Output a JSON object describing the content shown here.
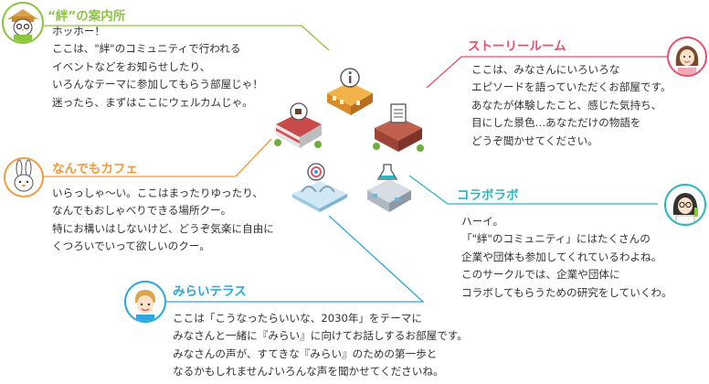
{
  "colors": {
    "green": "#8cc63f",
    "pink": "#e8506a",
    "orange": "#f39a3c",
    "teal": "#2bb5c0",
    "blue": "#2ba6e0"
  },
  "sections": {
    "guide": {
      "title": "“絆”の案内所",
      "lines": [
        "ホッホー！",
        "ここは、\"絆\"のコミュニティで行われる",
        "イベントなどをお知らせしたり、",
        "いろんなテーマに参加してもらう部屋じゃ！",
        "迷ったら、まずはここにウェルカムじゃ。"
      ]
    },
    "story": {
      "title": "ストーリールーム",
      "lines": [
        "ここは、みなさんにいろいろな",
        "エピソードを語っていただくお部屋です。",
        "あなたが体験したこと、感じた気持ち、",
        "目にした景色…あなただけの物語を",
        "どうぞ聞かせてください。"
      ]
    },
    "cafe": {
      "title": "なんでもカフェ",
      "lines": [
        "いらっしゃ〜い。ここはまったりゆったり、",
        "なんでもおしゃべりできる場所クー。",
        "特にお構いはしないけど、どうぞ気楽に自由に",
        "くつろいでいって欲しいのクー。"
      ]
    },
    "collab": {
      "title": "コラボラボ",
      "lines": [
        "ハーイ。",
        "「\"絆\"のコミュニティ」にはたくさんの",
        "企業や団体も参加してくれているわよね。",
        "このサークルでは、企業や団体に",
        "コラボしてもらうための研究をしていくわ。"
      ]
    },
    "terrace": {
      "title": "みらいテラス",
      "lines": [
        "ここは「こうなったらいいな、2030年」をテーマに",
        "みなさんと一緒に『みらい』に向けてお話しするお部屋です。",
        "みなさんの声が、すてきな『みらい』のための第一歩と",
        "なるかもしれません♪いろんな声を聞かせてくださいね。"
      ]
    }
  },
  "icons": {
    "guide_avatar": "owl-ranger-avatar-icon",
    "story_avatar": "woman-avatar-icon",
    "cafe_avatar": "rabbit-avatar-icon",
    "collab_avatar": "scientist-woman-avatar-icon",
    "terrace_avatar": "boy-avatar-icon",
    "info_building": "info-building-icon",
    "cafe_building": "cafe-building-icon",
    "story_building": "book-building-icon",
    "lab_building": "lab-building-icon",
    "terrace_building": "terrace-building-icon"
  }
}
